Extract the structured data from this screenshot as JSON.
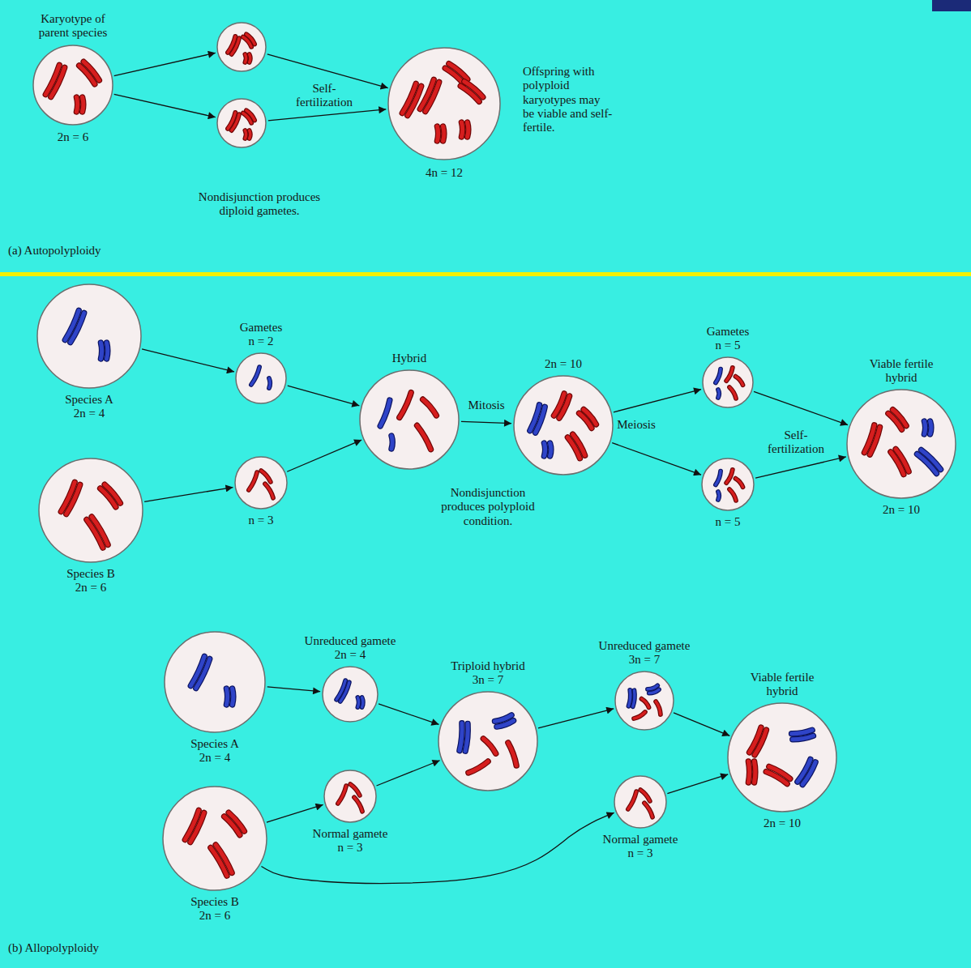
{
  "diagram": {
    "nodes": [
      {
        "text": [
          "Karyotype of parent species",
          "2n = 6"
        ]
      },
      {
        "text": []
      },
      {
        "text": [
          "Nondisjunction produces diploid gametes."
        ]
      },
      {
        "text": [
          "4n = 12"
        ]
      },
      {
        "text": [
          "Species A",
          "2n = 4"
        ]
      },
      {
        "text": [
          "Species B",
          "2n = 6"
        ]
      },
      {
        "text": [
          "Gametes",
          "n = 2"
        ]
      },
      {
        "text": [
          "n = 3"
        ]
      },
      {
        "text": [
          "Hybrid"
        ]
      },
      {
        "text": [
          "2n = 10"
        ]
      },
      {
        "text": [
          "Gametes",
          "n = 5"
        ]
      },
      {
        "text": [
          "n = 5"
        ]
      },
      {
        "text": [
          "Viable fertile hybrid",
          "2n = 10"
        ]
      },
      {
        "text": [
          "Species A",
          "2n = 4"
        ]
      },
      {
        "text": [
          "Species B",
          "2n = 6"
        ]
      },
      {
        "text": [
          "Unreduced gamete",
          "2n = 4"
        ]
      },
      {
        "text": [
          "Normal gamete",
          "n = 3"
        ]
      },
      {
        "text": [
          "Triploid hybrid",
          "3n = 7"
        ]
      },
      {
        "text": [
          "Unreduced gamete",
          "3n = 7"
        ]
      },
      {
        "text": [
          "Normal gamete",
          "n = 3"
        ]
      },
      {
        "text": [
          "Viable fertile hybrid",
          "2n = 10"
        ]
      }
    ],
    "edges": [
      {
        "from": 0,
        "to": 1,
        "arrow": "to"
      },
      {
        "from": 0,
        "to": 2,
        "arrow": "to"
      },
      {
        "from": 1,
        "to": 3,
        "arrow": "to"
      },
      {
        "from": 2,
        "to": 3,
        "arrow": "to"
      },
      {
        "from": 4,
        "to": 6,
        "arrow": "to"
      },
      {
        "from": 5,
        "to": 7,
        "arrow": "to"
      },
      {
        "from": 6,
        "to": 8,
        "arrow": "to"
      },
      {
        "from": 7,
        "to": 8,
        "arrow": "to"
      },
      {
        "from": 8,
        "to": 9,
        "label": "Mitosis",
        "arrow": "to"
      },
      {
        "from": 9,
        "to": 10,
        "arrow": "to"
      },
      {
        "from": 9,
        "to": 11,
        "arrow": "to"
      },
      {
        "from": 10,
        "to": 12,
        "arrow": "to"
      },
      {
        "from": 11,
        "to": 12,
        "arrow": "to"
      },
      {
        "from": 13,
        "to": 15,
        "arrow": "to"
      },
      {
        "from": 14,
        "to": 16,
        "arrow": "to"
      },
      {
        "from": 15,
        "to": 17,
        "arrow": "to"
      },
      {
        "from": 16,
        "to": 17,
        "arrow": "to"
      },
      {
        "from": 17,
        "to": 18,
        "arrow": "to"
      },
      {
        "from": 14,
        "to": 19,
        "arrow": "to"
      },
      {
        "from": 18,
        "to": 20,
        "arrow": "to"
      },
      {
        "from": 19,
        "to": 20,
        "arrow": "to"
      }
    ],
    "labels": [
      "Self- fertilization",
      "Offspring with polyploid karyotypes may be viable and self-fertile.",
      "(a) Autopolyploidy",
      "Meiosis",
      "Nondisjunction produces polyploid condition.",
      "Self- fertilization",
      "(b) Allopolyploidy"
    ]
  }
}
